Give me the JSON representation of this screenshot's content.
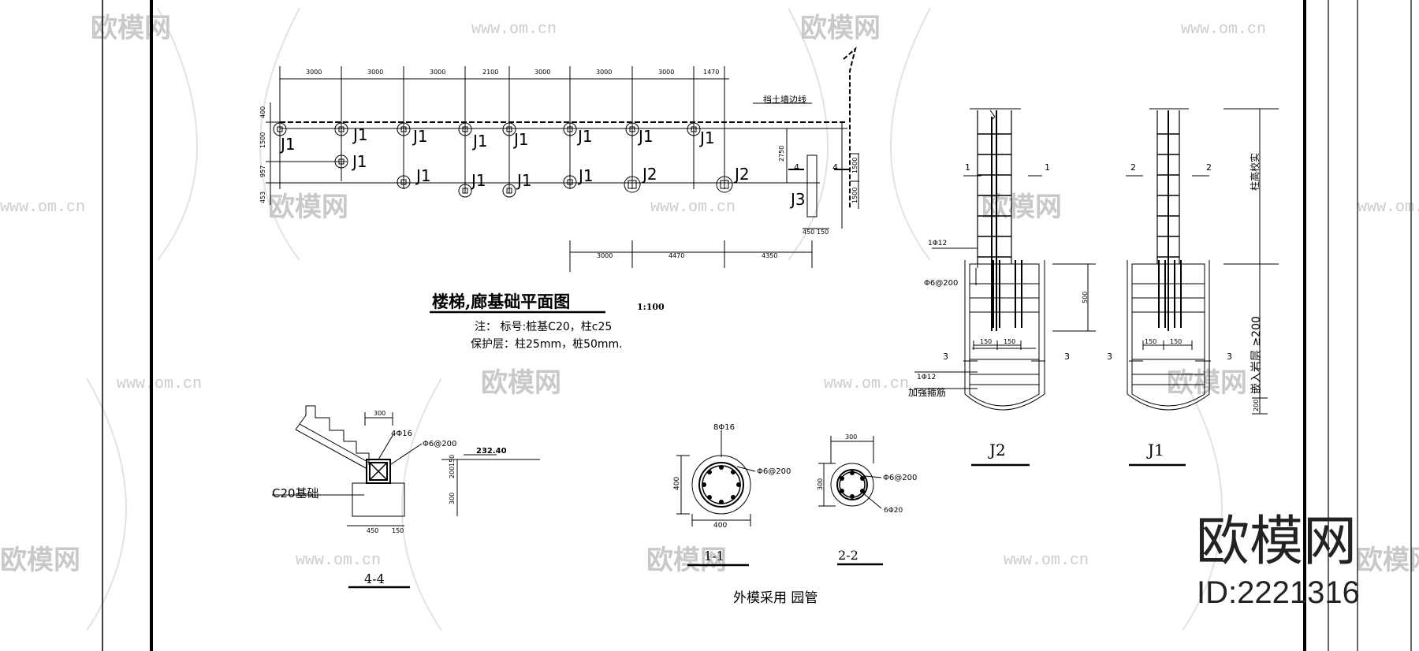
{
  "plan": {
    "title": "楼梯,廊基础平面图",
    "scale": "1:100",
    "note_line1": "注：  标号:桩基C20，柱c25",
    "note_line2": "保护层：柱25mm，桩50mm.",
    "wall_label": "挡土墙边线",
    "top_dims": [
      "3000",
      "3000",
      "3000",
      "2100",
      "3000",
      "3000",
      "3000",
      "1470"
    ],
    "left_dims": [
      "400",
      "1500",
      "957",
      "453"
    ],
    "bottom_dims": [
      "3000",
      "4470",
      "4350"
    ],
    "right_dims": [
      "2750",
      "1500",
      "1500"
    ],
    "small_dims": [
      "450",
      "150"
    ],
    "section_mark": "4",
    "pile_row1": [
      "J1",
      "J1",
      "J1",
      "J1",
      "J1",
      "J1",
      "J1",
      "J1"
    ],
    "pile_row2": [
      "J1"
    ],
    "pile_row3": [
      "J1",
      "J1",
      "J1",
      "J1",
      "J2",
      "J2"
    ],
    "pile_j3": "J3"
  },
  "section44": {
    "title": "4-4",
    "foundation_label": "C20基础",
    "elevation": "232.40",
    "rebar_main": "4Φ16",
    "rebar_stirrup": "Φ6@200",
    "dims": [
      "300",
      "200",
      "150",
      "300",
      "450",
      "150"
    ]
  },
  "section11": {
    "title": "1-1",
    "rebar_main": "8Φ16",
    "rebar_stirrup": "Φ6@200",
    "dim_h": "400",
    "dim_v": "400"
  },
  "section22": {
    "title": "2-2",
    "rebar_stirrup": "Φ6@200",
    "rebar_main": "6Φ20",
    "dim_h": "300",
    "dim_v": "300"
  },
  "section_note": "外模采用  园管",
  "j2": {
    "title": "J2",
    "rebar_a": "1Φ12",
    "rebar_b": "Φ6@200",
    "rebar_c": "1Φ12",
    "rebar_d": "加强箍筋",
    "dim_v": "500",
    "dims_h": [
      "150",
      "150"
    ],
    "marks": [
      "1",
      "1",
      "3",
      "3"
    ]
  },
  "j1": {
    "title": "J1",
    "dims_h": [
      "150",
      "150"
    ],
    "marks": [
      "2",
      "2",
      "3",
      "3"
    ],
    "height_label": "柱高校实",
    "embed_label": "嵌入岩层 ≥200",
    "bottom_dim": "200"
  },
  "watermarks": {
    "brand": "欧模网",
    "url": "www.om.cn",
    "corner_brand": "欧模网",
    "corner_id": "ID:2221316"
  },
  "colors": {
    "line": "#000000",
    "watermark": "#c9c9c9",
    "corner_brand": "#222222"
  }
}
